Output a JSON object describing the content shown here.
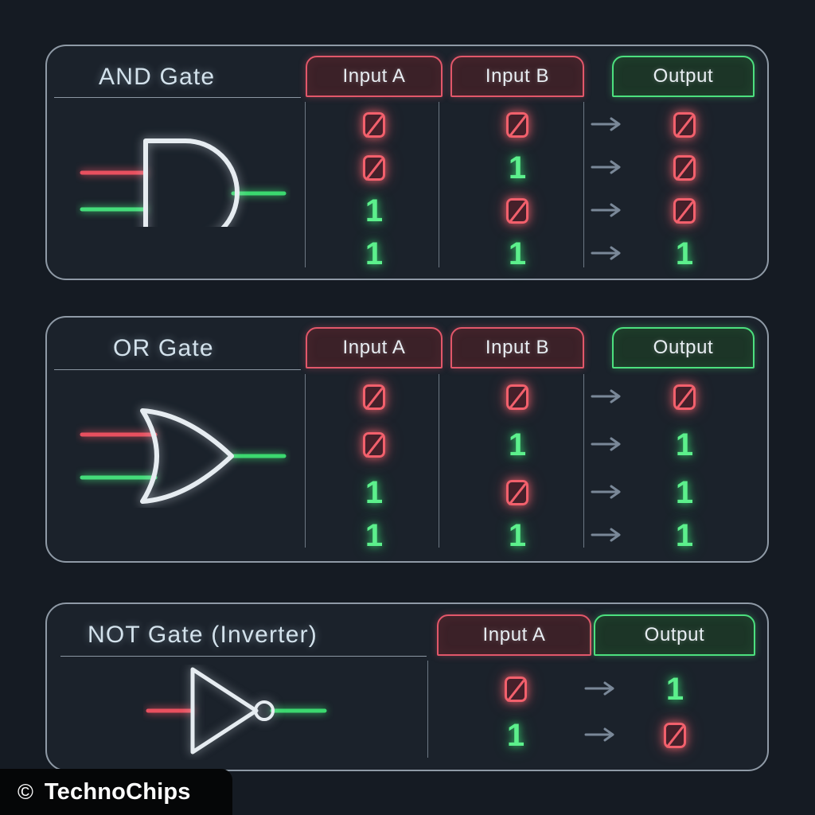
{
  "theme": {
    "background": "#151b23",
    "panel_bg": "#1b222b",
    "panel_border": "#8f9aa6",
    "title_color": "#d3e2ec",
    "high_color": "#5cf08c",
    "low_color": "#f2606c",
    "arrow_color": "#7a8898",
    "input_badge_border": "#e2576a",
    "output_badge_border": "#4ce07e"
  },
  "gates": [
    {
      "id": "and",
      "title": "AND Gate",
      "symbol": "and-gate-symbol",
      "columns": [
        "Input A",
        "Input B",
        "Output"
      ],
      "rows": [
        {
          "a": "0",
          "b": "0",
          "out": "0",
          "arrow": "→"
        },
        {
          "a": "0",
          "b": "1",
          "out": "0",
          "arrow": "→"
        },
        {
          "a": "1",
          "b": "0",
          "out": "0",
          "arrow": "→"
        },
        {
          "a": "1",
          "b": "1",
          "out": "1",
          "arrow": "→"
        }
      ]
    },
    {
      "id": "or",
      "title": "OR Gate",
      "symbol": "or-gate-symbol",
      "columns": [
        "Input A",
        "Input B",
        "Output"
      ],
      "rows": [
        {
          "a": "0",
          "b": "0",
          "out": "0",
          "arrow": "→"
        },
        {
          "a": "0",
          "b": "1",
          "out": "1",
          "arrow": "→"
        },
        {
          "a": "1",
          "b": "0",
          "out": "1",
          "arrow": "→"
        },
        {
          "a": "1",
          "b": "1",
          "out": "1",
          "arrow": "→"
        }
      ]
    },
    {
      "id": "not",
      "title": "NOT Gate (Inverter)",
      "symbol": "not-gate-symbol",
      "columns": [
        "Input A",
        "Output"
      ],
      "rows": [
        {
          "a": "0",
          "out": "1",
          "arrow": "→"
        },
        {
          "a": "1",
          "out": "0",
          "arrow": "→"
        }
      ]
    }
  ],
  "watermark": {
    "symbol": "©",
    "text": "TechnoChips"
  }
}
